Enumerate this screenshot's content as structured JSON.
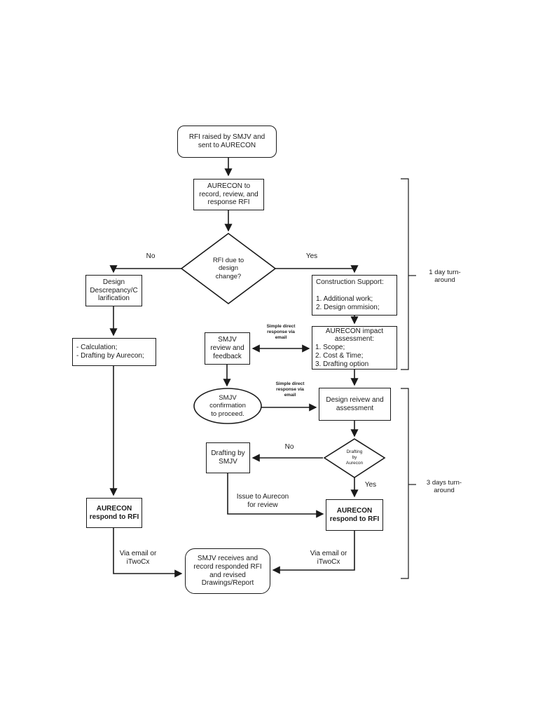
{
  "nodes": {
    "start": {
      "label": "RFI raised by SMJV and\nsent to AURECON"
    },
    "record": {
      "label": "AURECON to\nrecord, review, and\nresponse RFI"
    },
    "decision_design_change": {
      "label": "RFI due to\ndesign\nchange?"
    },
    "design_discrepancy": {
      "label": "Design\nDescrepancy/C\nlarification"
    },
    "calc_drafting": {
      "label": "- Calculation;\n- Drafting by Aurecon;"
    },
    "construction_support": {
      "label": "Construction Support:\n\n1. Additional work;\n2. Design ommision;"
    },
    "impact_assessment": {
      "title": "AURECON impact\nassessment:",
      "items": "1. Scope;\n2. Cost & Time;\n3. Drafting option"
    },
    "smjv_review": {
      "label": "SMJV\nreview and\nfeedback"
    },
    "smjv_confirmation": {
      "label": "SMJV\nconfirmation\nto proceed."
    },
    "design_review": {
      "label": "Design reivew and\nassessment"
    },
    "decision_drafting": {
      "label": "Drafting\nby\nAurecon"
    },
    "drafting_smjv": {
      "label": "Drafting by\nSMJV"
    },
    "respond_left": {
      "label": "AURECON\nrespond to RFI"
    },
    "respond_right": {
      "label": "AURECON\nrespond to RFI"
    },
    "smjv_receives": {
      "label": "SMJV receives and\nrecord responded RFI\nand revised\nDrawings/Report"
    }
  },
  "edge_labels": {
    "no_1": "No",
    "yes_1": "Yes",
    "simple_direct_1": "Simple direct\nresponse via\nemail",
    "simple_direct_2": "Simple direct\nresponse via\nemail",
    "no_2": "No",
    "yes_2": "Yes",
    "issue_review": "Issue to Aurecon\nfor review",
    "via_email_left": "Via email or\niTwoCx",
    "via_email_right": "Via email or\niTwoCx"
  },
  "annotations": {
    "turnaround_1": "1 day turn-\naround",
    "turnaround_3": "3 days turn-\naround"
  },
  "colors": {
    "line": "#1a1a1a",
    "background": "#ffffff",
    "text": "#1a1a1a"
  }
}
